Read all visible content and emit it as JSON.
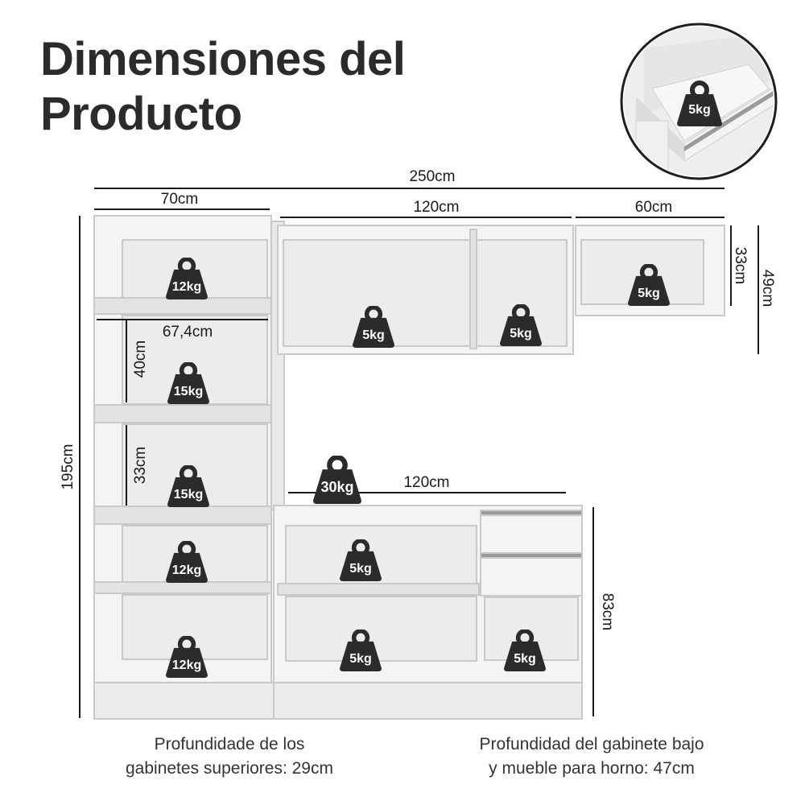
{
  "title": {
    "line1": "Dimensiones del",
    "line2": "Producto"
  },
  "dimensions": {
    "total_width": "250cm",
    "tower_width": "70cm",
    "upper_middle_width": "120cm",
    "upper_right_width": "60cm",
    "upper_right_inner_height": "33cm",
    "upper_right_height": "49cm",
    "tower_inner_width": "67,4cm",
    "tower_shelf_gap_top": "40cm",
    "tower_shelf_gap_mid": "33cm",
    "total_height": "195cm",
    "counter_width": "120cm",
    "base_height": "83cm"
  },
  "weights": {
    "tower_top": "12kg",
    "tower_shelf_1": "15kg",
    "tower_shelf_2": "15kg",
    "tower_lower_1": "12kg",
    "tower_lower_2": "12kg",
    "upper_left": "5kg",
    "upper_mid": "5kg",
    "upper_right": "5kg",
    "counter_top": "30kg",
    "base_upper": "5kg",
    "base_lower": "5kg",
    "base_right": "5kg",
    "drawer": "5kg"
  },
  "notes": {
    "upper_depth_line1": "Profundidade de los",
    "upper_depth_line2": "gabinetes superiores: 29cm",
    "base_depth_line1": "Profundidad del gabinete bajo",
    "base_depth_line2": "y mueble para horno: 47cm"
  },
  "colors": {
    "weight_icon": "#2b2b2b",
    "cabinet": "#f4f4f4",
    "cabinet_edge": "#c9c9c9"
  }
}
